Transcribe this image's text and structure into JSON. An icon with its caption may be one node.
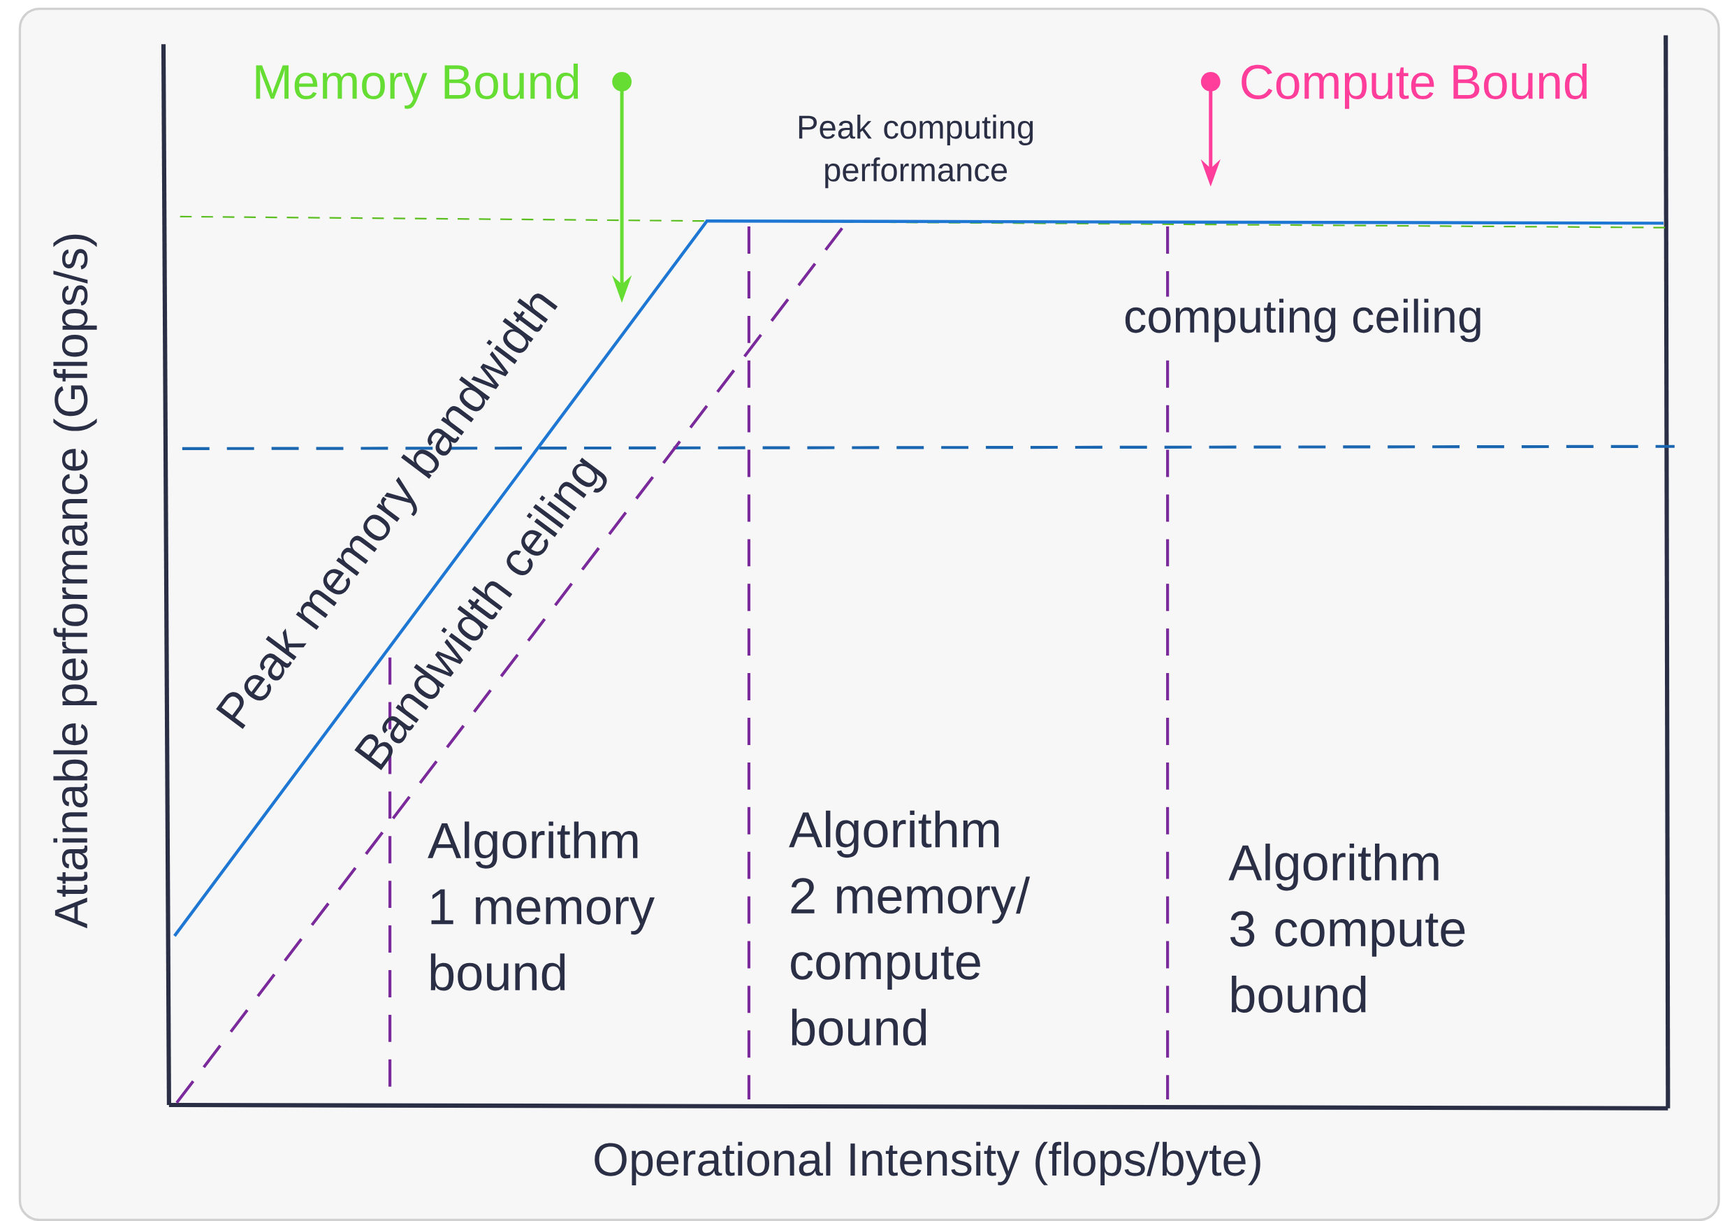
{
  "diagram": {
    "nodes": [
      {
        "text": [
          "Memory Bound"
        ]
      },
      {
        "text": [
          "Compute Bound"
        ]
      }
    ],
    "edges": [
      {
        "from": 0,
        "to": null,
        "arrow": "to",
        "color": "#66dd33"
      },
      {
        "from": 1,
        "to": null,
        "arrow": "to",
        "color": "#ff3d9a"
      }
    ],
    "labels": [
      "Peak computing performance",
      "computing ceiling",
      "Peak memory bandwidth",
      "Bandwidth ceiling",
      "Algorithm 1 memory bound",
      "Algorithm 2 memory/ compute bound",
      "Algorithm 3 compute bound",
      "Attainable performance (Gflops/s)",
      "Operational Intensity (flops/byte)"
    ]
  }
}
